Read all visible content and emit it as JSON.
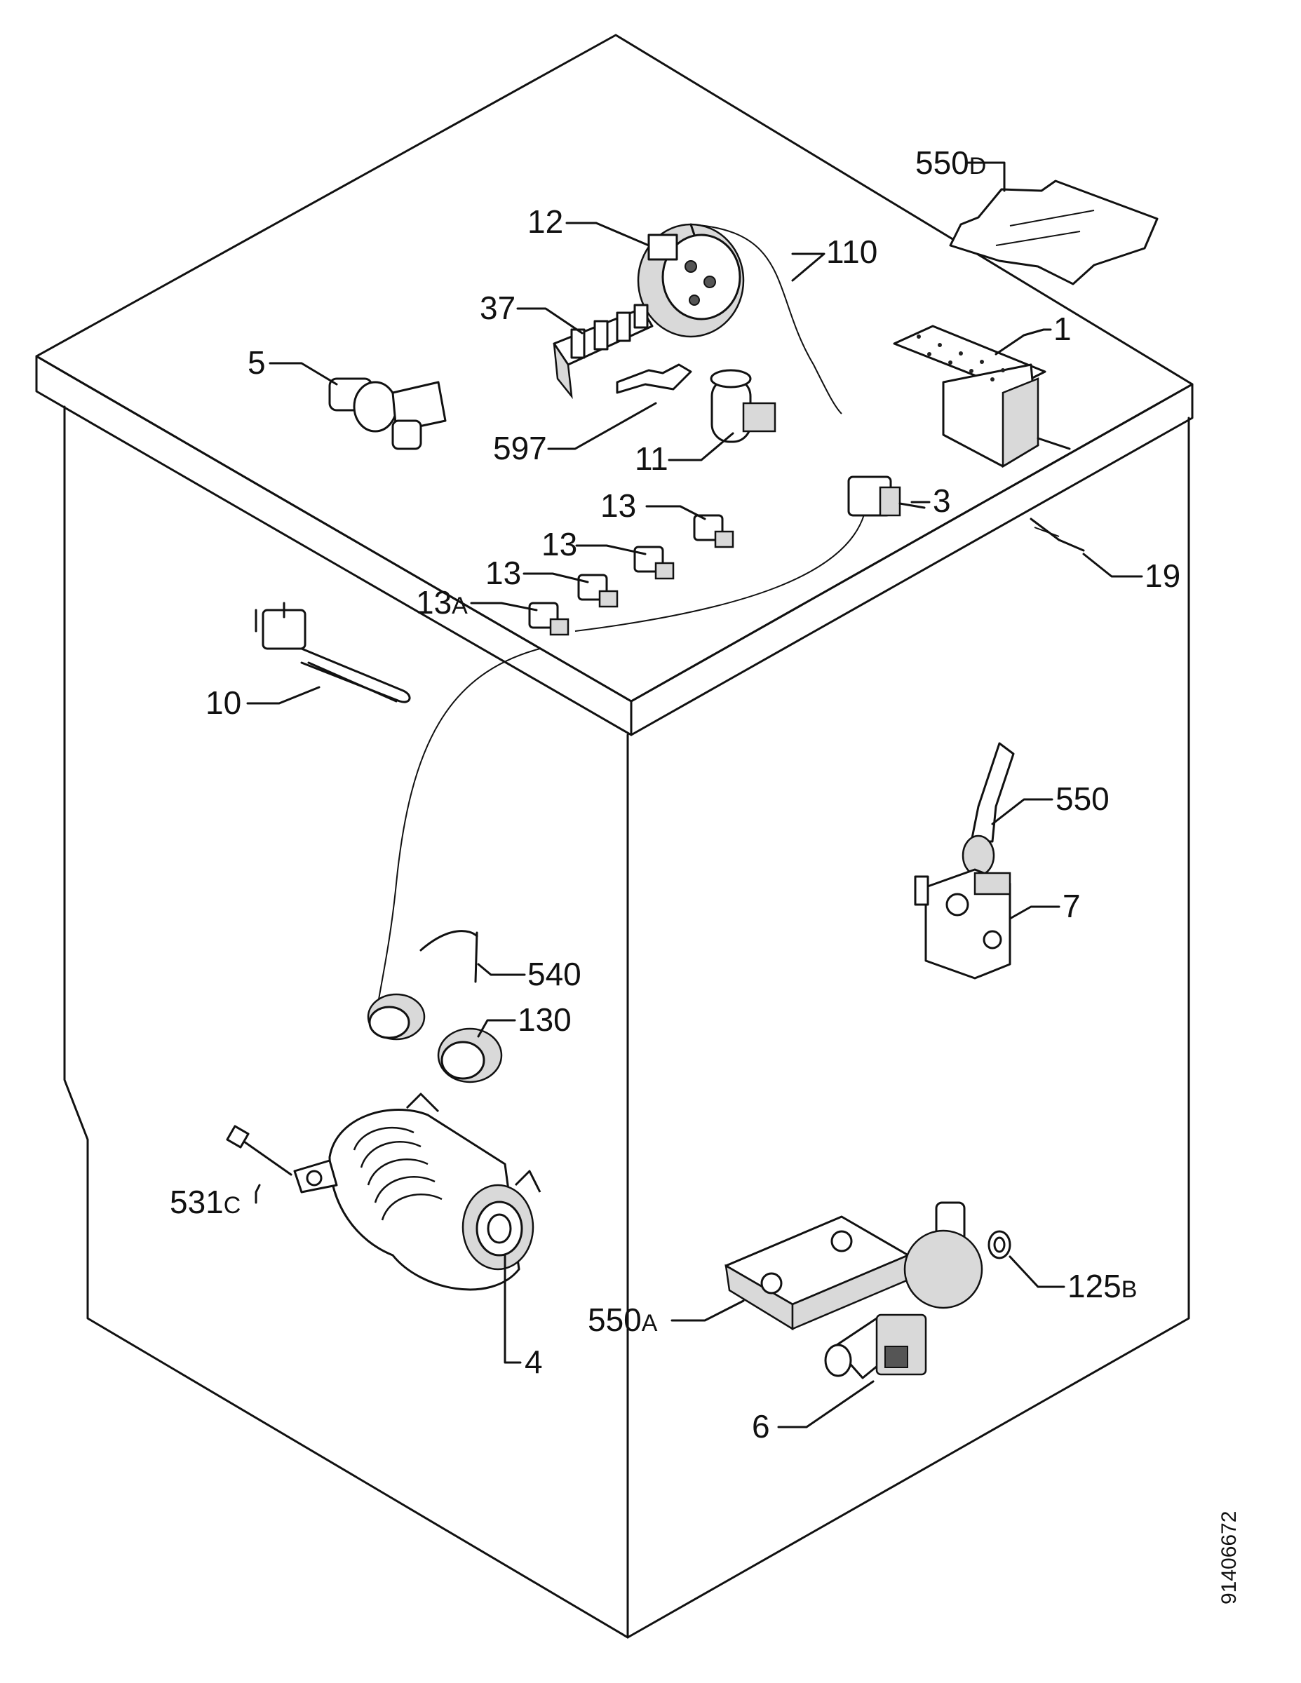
{
  "callouts": [
    {
      "id": "c-550d",
      "num": "550",
      "suffix": "D"
    },
    {
      "id": "c-12",
      "num": "12",
      "suffix": ""
    },
    {
      "id": "c-110",
      "num": "110",
      "suffix": ""
    },
    {
      "id": "c-37",
      "num": "37",
      "suffix": ""
    },
    {
      "id": "c-1",
      "num": "1",
      "suffix": ""
    },
    {
      "id": "c-5",
      "num": "5",
      "suffix": ""
    },
    {
      "id": "c-597",
      "num": "597",
      "suffix": ""
    },
    {
      "id": "c-11",
      "num": "11",
      "suffix": ""
    },
    {
      "id": "c-13a",
      "num": "13",
      "suffix": ""
    },
    {
      "id": "c-3",
      "num": "3",
      "suffix": ""
    },
    {
      "id": "c-13b",
      "num": "13",
      "suffix": ""
    },
    {
      "id": "c-13c",
      "num": "13",
      "suffix": ""
    },
    {
      "id": "c-19",
      "num": "19",
      "suffix": ""
    },
    {
      "id": "c-13A",
      "num": "13",
      "suffix": "A"
    },
    {
      "id": "c-10",
      "num": "10",
      "suffix": ""
    },
    {
      "id": "c-550",
      "num": "550",
      "suffix": ""
    },
    {
      "id": "c-7",
      "num": "7",
      "suffix": ""
    },
    {
      "id": "c-540",
      "num": "540",
      "suffix": ""
    },
    {
      "id": "c-130",
      "num": "130",
      "suffix": ""
    },
    {
      "id": "c-531c",
      "num": "531",
      "suffix": "C"
    },
    {
      "id": "c-4",
      "num": "4",
      "suffix": ""
    },
    {
      "id": "c-550a",
      "num": "550",
      "suffix": "A"
    },
    {
      "id": "c-125b",
      "num": "125",
      "suffix": "B"
    },
    {
      "id": "c-6",
      "num": "6",
      "suffix": ""
    }
  ],
  "document_id": "91406672"
}
